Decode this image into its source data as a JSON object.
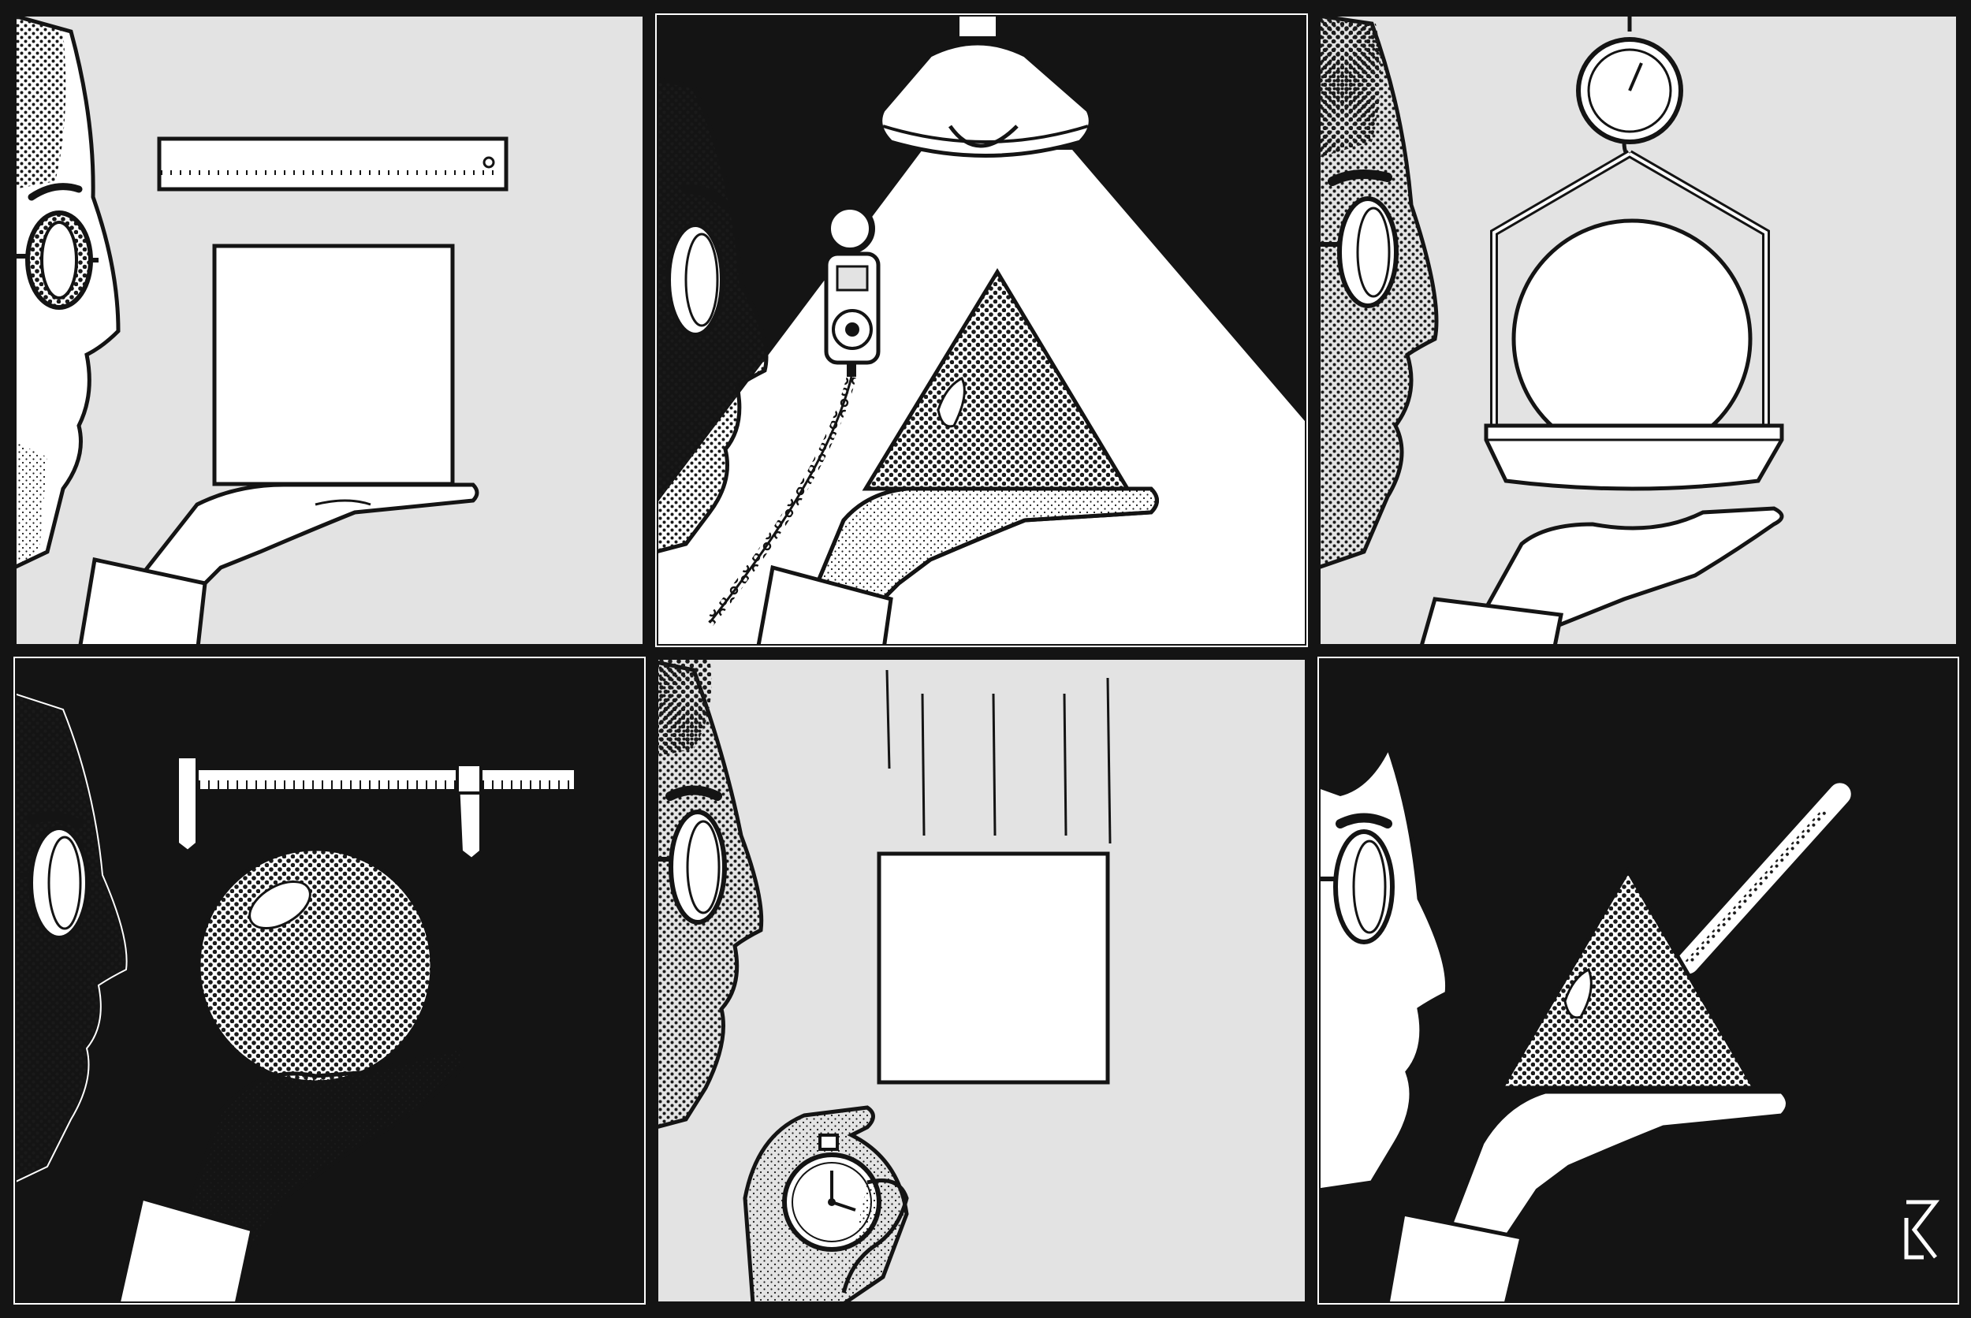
{
  "colors": {
    "ink": "#141414",
    "paper": "#ffffff",
    "panel_light": "#e3e3e3",
    "dot": "#1a1a1a"
  },
  "panels": [
    {
      "id": "measure-length",
      "background": "light",
      "object": "cube",
      "tool": "ruler-icon"
    },
    {
      "id": "measure-light",
      "background": "dark",
      "object": "pyramid",
      "tool": "light-meter-icon"
    },
    {
      "id": "measure-weight",
      "background": "light",
      "object": "sphere",
      "tool": "hanging-scale-icon"
    },
    {
      "id": "measure-diameter",
      "background": "dark",
      "object": "sphere",
      "tool": "caliper-icon"
    },
    {
      "id": "measure-fall-time",
      "background": "light",
      "object": "cube",
      "tool": "stopwatch-icon"
    },
    {
      "id": "measure-temperature",
      "background": "dark",
      "object": "pyramid",
      "tool": "thermometer-icon"
    }
  ],
  "signature": {
    "icon": "artist-monogram-icon"
  }
}
